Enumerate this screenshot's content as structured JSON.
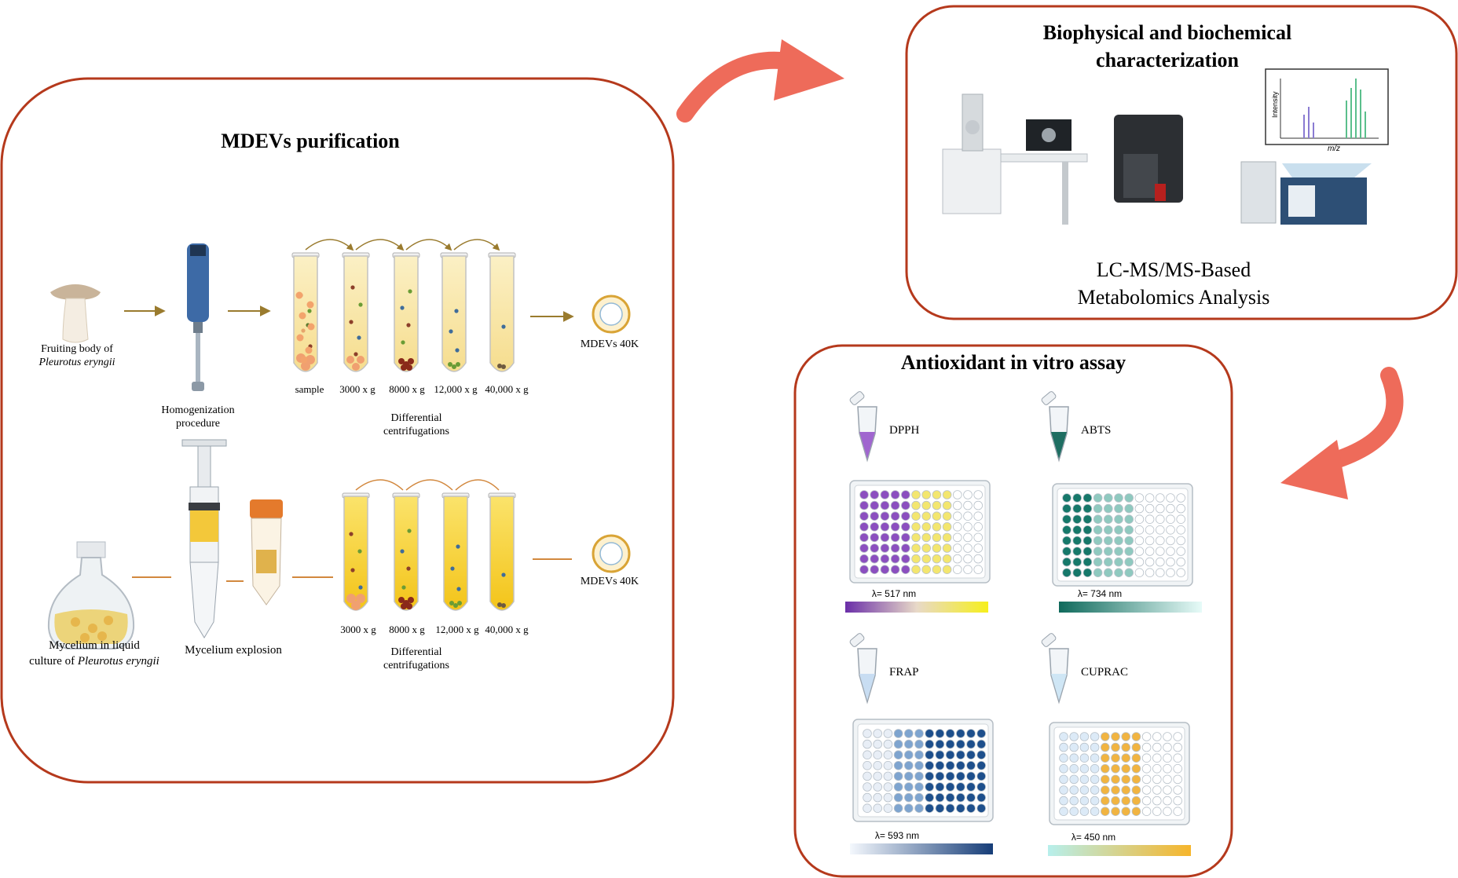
{
  "purification": {
    "title": "MDEVs purification",
    "fruiting_label_1": "Fruiting body of",
    "fruiting_label_2": "Pleurotus eryngii",
    "homog_label_1": "Homogenization",
    "homog_label_2": "procedure",
    "tube_labels_top": [
      "sample",
      "3000 x g",
      "8000 x g",
      "12,000 x g",
      "40,000 x g"
    ],
    "diff_label_1": "Differential",
    "diff_label_2": "centrifugations",
    "mdev_label": "MDEVs 40K",
    "mycelium_label_1": "Mycelium in liquid",
    "mycelium_label_2a": "culture of ",
    "mycelium_label_2b": "Pleurotus eryngii",
    "explosion_label": "Mycelium explosion",
    "tube_labels_bottom": [
      "3000 x g",
      "8000 x g",
      "12,000 x g",
      "40,000 x g"
    ]
  },
  "characterization": {
    "title_1": "Biophysical and biochemical",
    "title_2": "characterization",
    "ms_ylabel": "Intensity",
    "ms_xlabel": "m/z",
    "analysis_1": "LC-MS/MS-Based",
    "analysis_2": "Metabolomics  Analysis"
  },
  "antioxidant": {
    "title": "Antioxidant in vitro assay",
    "assays": [
      {
        "name": "DPPH",
        "wavelength": "λ= 517 nm",
        "color": "#9b59c6"
      },
      {
        "name": "ABTS",
        "wavelength": "λ= 734 nm",
        "color": "#1f7a6c"
      },
      {
        "name": "FRAP",
        "wavelength": "λ= 593 nm",
        "color": "#1f4f8a"
      },
      {
        "name": "CUPRAC",
        "wavelength": "λ= 450 nm",
        "color": "#f0b43c"
      }
    ]
  },
  "colors": {
    "panel_border": "#b5391c",
    "arrow": "#ee6b5a",
    "small_arrow": "#9a7b2e"
  }
}
